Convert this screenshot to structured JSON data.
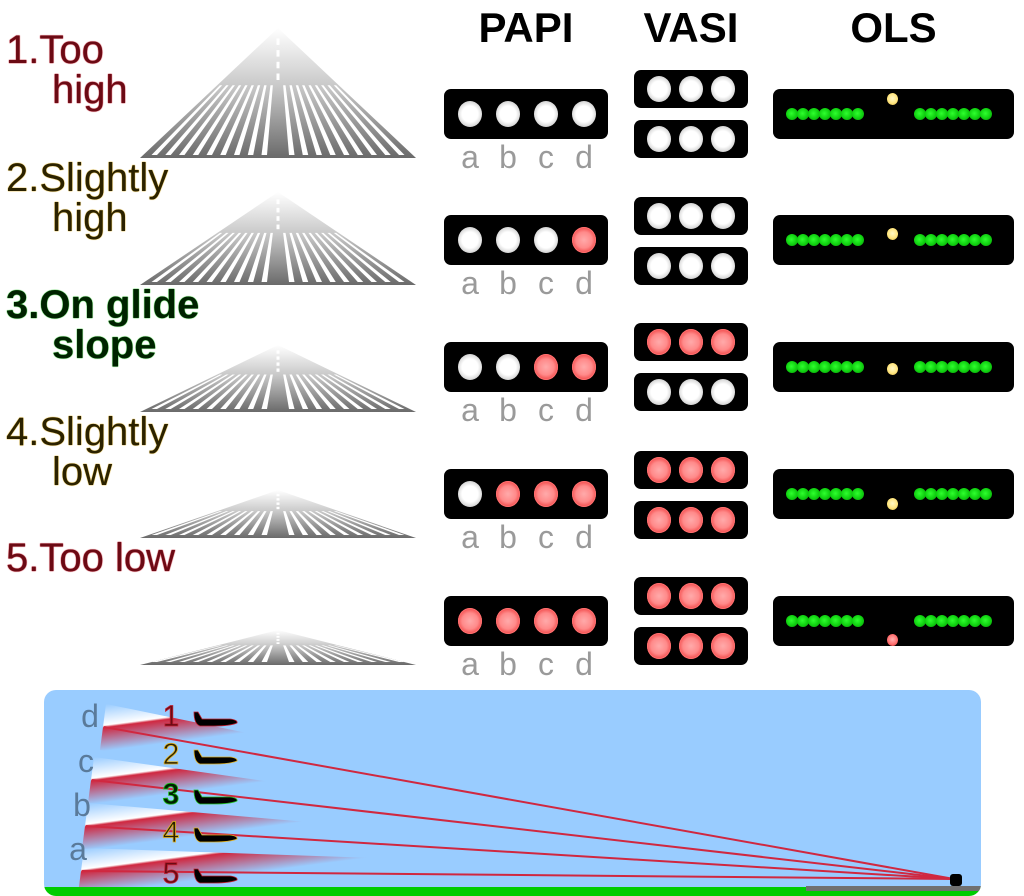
{
  "headers": {
    "papi": "PAPI",
    "vasi": "VASI",
    "ols": "OLS"
  },
  "papi_unit_letters": [
    "a",
    "b",
    "c",
    "d"
  ],
  "states": [
    {
      "number": "1.",
      "line1": "Too",
      "line2": "high",
      "color": "#6b0a14",
      "bold": false,
      "papi": [
        "white",
        "white",
        "white",
        "white"
      ],
      "vasi_upper": [
        "white",
        "white",
        "white"
      ],
      "vasi_lower": [
        "white",
        "white",
        "white"
      ],
      "ols_ball": "yellow",
      "ols_ball_offset": "well-above"
    },
    {
      "number": "2.",
      "line1": "Slightly",
      "line2": "high",
      "color": "#2b2200",
      "bold": false,
      "papi": [
        "white",
        "white",
        "white",
        "red"
      ],
      "vasi_upper": [
        "white",
        "white",
        "white"
      ],
      "vasi_lower": [
        "white",
        "white",
        "white"
      ],
      "ols_ball": "yellow",
      "ols_ball_offset": "slightly-above"
    },
    {
      "number": "3.",
      "line1": "On glide",
      "line2": "slope",
      "color": "#002200",
      "bold": true,
      "papi": [
        "white",
        "white",
        "red",
        "red"
      ],
      "vasi_upper": [
        "red",
        "red",
        "red"
      ],
      "vasi_lower": [
        "white",
        "white",
        "white"
      ],
      "ols_ball": "yellow",
      "ols_ball_offset": "centered"
    },
    {
      "number": "4.",
      "line1": "Slightly",
      "line2": "low",
      "color": "#2b2200",
      "bold": false,
      "papi": [
        "white",
        "red",
        "red",
        "red"
      ],
      "vasi_upper": [
        "red",
        "red",
        "red"
      ],
      "vasi_lower": [
        "red",
        "red",
        "red"
      ],
      "ols_ball": "yellow",
      "ols_ball_offset": "slightly-below"
    },
    {
      "number": "5.",
      "line1": "Too low",
      "line2": "",
      "color": "#6b0a14",
      "bold": false,
      "papi": [
        "red",
        "red",
        "red",
        "red"
      ],
      "vasi_upper": [
        "red",
        "red",
        "red"
      ],
      "vasi_lower": [
        "red",
        "red",
        "red"
      ],
      "ols_ball": "red",
      "ols_ball_offset": "well-below"
    }
  ],
  "glide_diagram": {
    "beam_labels": [
      "d",
      "c",
      "b",
      "a"
    ],
    "aircraft_numbers": [
      "1",
      "2",
      "3",
      "4",
      "5"
    ],
    "aircraft_number_colors": [
      "#6b0a14",
      "#2b2200",
      "#002200",
      "#2b2200",
      "#6b0a14"
    ],
    "aircraft_number_outlines": [
      "#c02030",
      "#e0b020",
      "#20c020",
      "#e0b020",
      "#c02030"
    ],
    "sky_color": "#99ccff",
    "ground_color": "#00cc00",
    "runway_color": "#707070",
    "beam_red": "#d02840"
  },
  "colors": {
    "red_text": "#6b0a14",
    "yellow_text": "#2b2200",
    "green_text": "#002200",
    "letter_gray": "#9a9a9a",
    "ols_green": "#10d010"
  }
}
